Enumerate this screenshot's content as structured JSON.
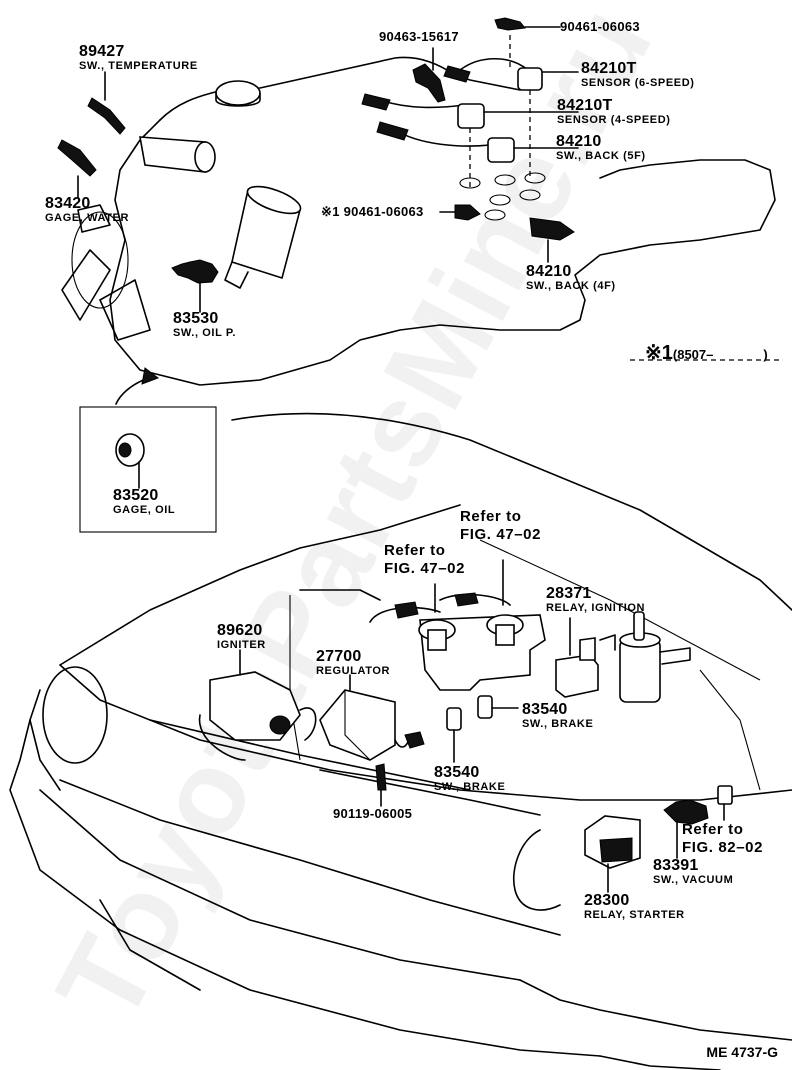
{
  "diagram": {
    "title": "Switch, Relay & Computer — parts illustration",
    "figure_id": "ME 4737-G",
    "watermark": "ToyotaPartsMine.ru",
    "footnote": {
      "marker": "※1",
      "range_open": "(8507–",
      "range_close": ")"
    }
  },
  "callouts": [
    {
      "id": "c89427",
      "part_no": "89427",
      "name": "SW., TEMPERATURE"
    },
    {
      "id": "c83420",
      "part_no": "83420",
      "name": "GAGE, WATER"
    },
    {
      "id": "c83530",
      "part_no": "83530",
      "name": "SW., OIL P."
    },
    {
      "id": "c83520",
      "part_no": "83520",
      "name": "GAGE, OIL"
    },
    {
      "id": "c90463",
      "part_no": "90463-15617",
      "name": ""
    },
    {
      "id": "c90461a",
      "part_no": "90461-06063",
      "name": ""
    },
    {
      "id": "c84210T6",
      "part_no": "84210T",
      "name": "SENSOR (6-SPEED)"
    },
    {
      "id": "c84210T4",
      "part_no": "84210T",
      "name": "SENSOR (4-SPEED)"
    },
    {
      "id": "c84210_5F",
      "part_no": "84210",
      "name": "SW., BACK (5F)"
    },
    {
      "id": "c90461b",
      "part_no": "※1 90461-06063",
      "name": ""
    },
    {
      "id": "c84210_4F",
      "part_no": "84210",
      "name": "SW., BACK (4F)"
    },
    {
      "id": "c89620",
      "part_no": "89620",
      "name": "IGNITER"
    },
    {
      "id": "c27700",
      "part_no": "27700",
      "name": "REGULATOR"
    },
    {
      "id": "c28371",
      "part_no": "28371",
      "name": "RELAY, IGNITION"
    },
    {
      "id": "c83540a",
      "part_no": "83540",
      "name": "SW., BRAKE"
    },
    {
      "id": "c83540b",
      "part_no": "83540",
      "name": "SW., BRAKE"
    },
    {
      "id": "c90119",
      "part_no": "90119-06005",
      "name": ""
    },
    {
      "id": "c83391",
      "part_no": "83391",
      "name": "SW., VACUUM"
    },
    {
      "id": "c28300",
      "part_no": "28300",
      "name": "RELAY, STARTER"
    }
  ],
  "references": [
    {
      "line1": "Refer to",
      "line2": "FIG. 47–02"
    },
    {
      "line1": "Refer to",
      "line2": "FIG. 47–02"
    },
    {
      "line1": "Refer to",
      "line2": "FIG. 82–02"
    }
  ]
}
